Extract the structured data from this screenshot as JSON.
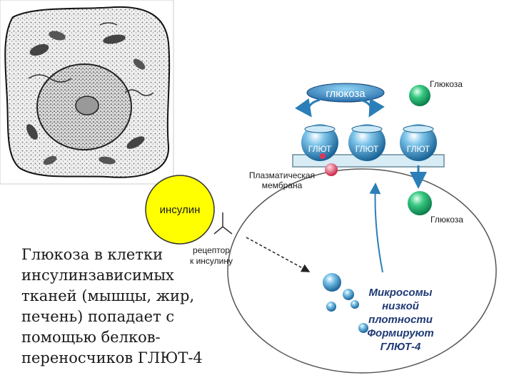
{
  "labels": {
    "glucose_pill": "глюкоза",
    "glucose_top": "Глюкоза",
    "glucose_inside": "Глюкоза",
    "glut": "ГЛЮТ",
    "membrane_line1": "Плазматическая",
    "membrane_line2": "мембрана",
    "insulin": "инсулин",
    "receptor_line1": "рецептор",
    "receptor_line2": "к инсулину"
  },
  "microsomes": {
    "line1": "Микросомы",
    "line2": "низкой",
    "line3": "плотности",
    "line4": "Формируют",
    "line5": "ГЛЮТ-4"
  },
  "main_text": {
    "line1": "Глюкоза в клетки",
    "line2": "инсулинзависимых",
    "line3": "тканей (мышцы, жир,",
    "line4": "печень) попадает с",
    "line5": "помощью белков-",
    "line6": "переносчиков ГЛЮТ-4"
  },
  "colors": {
    "insulin_fill": "#ffff00",
    "transporter_blue": "#1b7fb6",
    "vesicle_blue": "#3aa6e0",
    "glucose_green": "#1fae6e",
    "membrane_fill": "#d7ecf5",
    "receptor_red": "#e0355a",
    "microsome_text": "#1f3a75"
  }
}
